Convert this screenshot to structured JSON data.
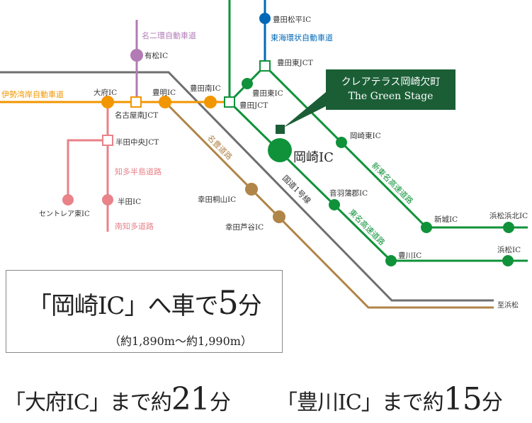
{
  "roads": {
    "isewan": "伊勢湾岸自動車道",
    "meinikan": "名二環自動車道",
    "chita": "知多半島道路",
    "minamichita": "南知多道路",
    "meitoyo": "名豊道路",
    "route1": "国道1号線",
    "tokai_kanjo": "東海環状自動車道",
    "shintomei": "新東名高速道路",
    "tomei": "東名高速道路",
    "to_hamamatsu": "至浜松"
  },
  "stations": {
    "arimatsu": "有松IC",
    "obu": "大府IC",
    "nagoyaminami_jct": "名古屋南JCT",
    "toyoake": "豊明IC",
    "toyotaminami": "豊田南IC",
    "toyota_jct": "豊田JCT",
    "toyotahigashi": "豊田東IC",
    "toyotahigashi_jct": "豊田東JCT",
    "toyotamatsudaira": "豊田松平IC",
    "handa_chuo_jct": "半田中央JCT",
    "centrair": "セントレア東IC",
    "handa": "半田IC",
    "kotahazuyama": "幸田桐山IC",
    "kotaashiya": "幸田芦谷IC",
    "okazaki": "岡崎IC",
    "okazakihigashi": "岡崎東IC",
    "otowagamagori": "音羽蒲郡IC",
    "toyokawa": "豊川IC",
    "shinshiro": "新城IC",
    "hamamatsuhamakita": "浜松浜北IC",
    "hamamatsu": "浜松IC"
  },
  "callout": {
    "line1": "クレアテラス岡崎欠町",
    "line2": "The Green Stage"
  },
  "info": {
    "main_pre": "「岡崎IC」へ車で",
    "main_num": "5",
    "main_unit": "分",
    "distance": "（約1,890m〜約1,990m）",
    "obu_pre": "「大府IC」まで約",
    "obu_num": "21",
    "obu_unit": "分",
    "toyokawa_pre": "「豊川IC」まで約",
    "toyokawa_num": "15",
    "toyokawa_unit": "分"
  },
  "colors": {
    "green": "#10923a",
    "orange": "#f29600",
    "purple": "#b27bb5",
    "pink": "#e98289",
    "brown": "#b08548",
    "gray": "#6f6f6f",
    "blue": "#0068b7",
    "callout": "#1b5e36"
  }
}
